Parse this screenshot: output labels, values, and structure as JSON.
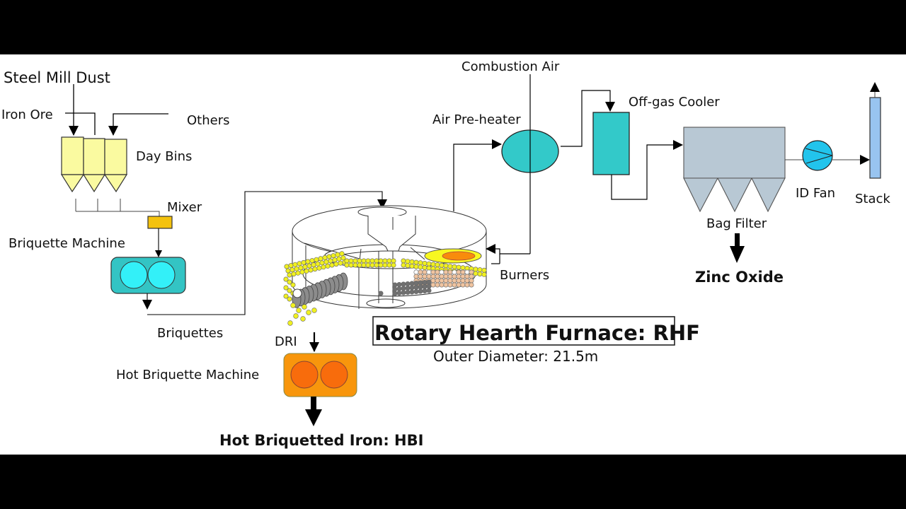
{
  "title": {
    "main": "Rotary Hearth Furnace: RHF",
    "subtitle": "Outer Diameter: 21.5m"
  },
  "inputs": {
    "steel_mill_dust": "Steel  Mill  Dust",
    "iron_ore": "Iron Ore",
    "others": "Others"
  },
  "equipment": {
    "day_bins": "Day Bins",
    "mixer": "Mixer",
    "briquette_machine": "Briquette Machine",
    "briquettes": "Briquettes",
    "dri": "DRI",
    "hot_briquette_machine": "Hot Briquette Machine",
    "combustion_air": "Combustion Air",
    "air_preheater": "Air Pre-heater",
    "offgas_cooler": "Off-gas Cooler",
    "bag_filter": "Bag Filter",
    "id_fan": "ID Fan",
    "stack": "Stack",
    "burners": "Burners"
  },
  "products": {
    "hbi": "Hot Briquetted Iron: HBI",
    "zinc_oxide": "Zinc Oxide"
  },
  "colors": {
    "day_bin_fill": "#fafaa0",
    "mixer_fill": "#f4c20d",
    "briquette_machine_fill": "#33c4c4",
    "roll_fill": "#33f0f8",
    "hot_machine_fill": "#f8960c",
    "hot_roll_fill": "#f86c0c",
    "preheater_fill": "#33c9c9",
    "cooler_fill": "#33c9c9",
    "bag_filter_fill": "#b8c8d4",
    "fan_fill": "#22c4ec",
    "stack_fill": "#98c4f0",
    "pellet_yellow": "#f0f020",
    "pellet_tan": "#f0c4a0",
    "pellet_gray": "#707070",
    "flame_outer": "#f8f820",
    "flame_inner": "#f88c0c"
  }
}
